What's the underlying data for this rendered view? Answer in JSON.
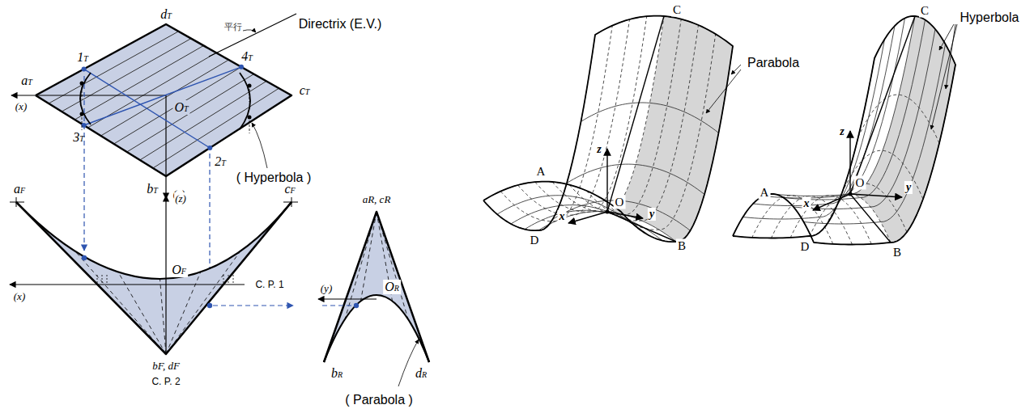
{
  "diagram": {
    "labels": [
      "Directrix (E.V.)",
      "平行",
      "dT",
      "1T",
      "4T",
      "aT",
      "(x)",
      "OT",
      "cT",
      "3T",
      "2T",
      "bT",
      "(y)",
      "( Hyperbola )",
      "aF",
      "(z)",
      "cF",
      "OF",
      "(x)",
      "C. P. 1",
      "bF, dF",
      "C. P. 2",
      "aR, cR",
      "(y)",
      "OR",
      "bR",
      "dR",
      "( Parabola )",
      "C",
      "Parabola",
      "z",
      "A",
      "O",
      "y",
      "x",
      "D",
      "B",
      "C",
      "Hyperbola",
      "z",
      "A",
      "O",
      "y",
      "x",
      "D",
      "B"
    ]
  }
}
